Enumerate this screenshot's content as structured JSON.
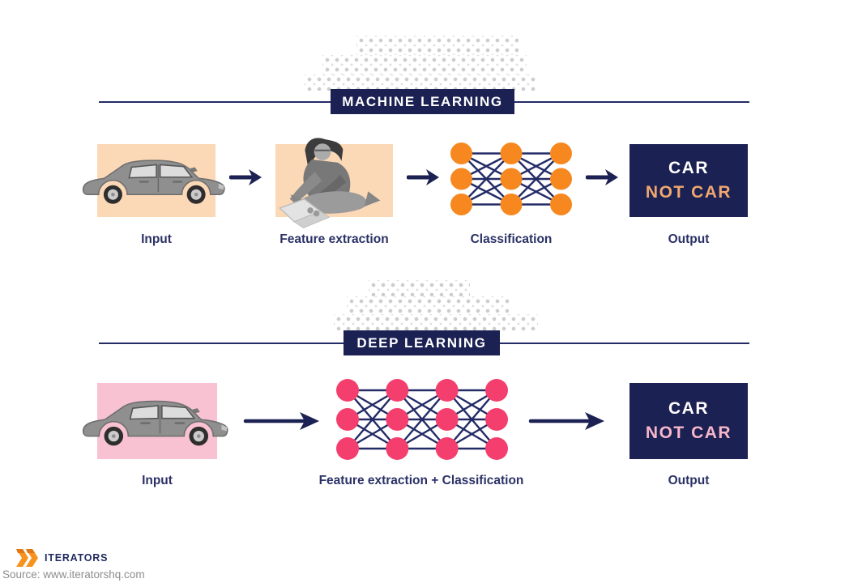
{
  "theme": {
    "navy": "#1b2152",
    "line_navy": "#232b66",
    "label_navy": "#2b3166",
    "dot_gray": "#cdcdcd"
  },
  "ml": {
    "title": "MACHINE LEARNING",
    "labels": {
      "input": "Input",
      "feature": "Feature extraction",
      "classification": "Classification",
      "output": "Output"
    },
    "output_box": {
      "line1": "CAR",
      "line2": "NOT CAR",
      "line2_color": "#f0a76f"
    },
    "panel_color": "#fbd8b6",
    "network": {
      "layers": 3,
      "nodes_per_layer": 3,
      "node_color": "#f6881f",
      "line_color": "#232b66",
      "node_radius": 13.5
    }
  },
  "dl": {
    "title": "DEEP LEARNING",
    "labels": {
      "input": "Input",
      "feature_classification": "Feature extraction + Classification",
      "output": "Output"
    },
    "output_box": {
      "line1": "CAR",
      "line2": "NOT CAR",
      "line2_color": "#f7b6ca"
    },
    "panel_color": "#f9c2d3",
    "network": {
      "layers": 4,
      "nodes_per_layer": 3,
      "node_color": "#f43f6e",
      "line_color": "#232b66",
      "node_radius": 14
    }
  },
  "footer": {
    "logo_text": "ITERATORS",
    "source": "Source: www.iteratorshq.com"
  }
}
